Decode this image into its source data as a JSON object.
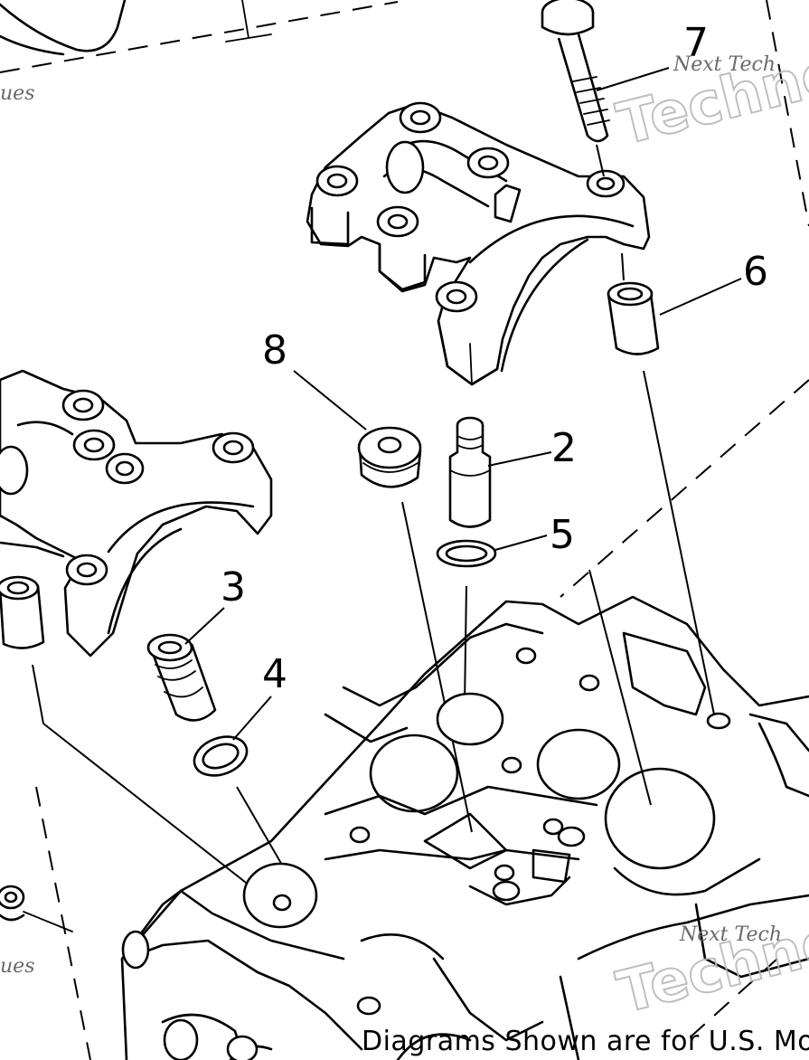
{
  "callouts": {
    "c2": "2",
    "c3": "3",
    "c4": "4",
    "c5": "5",
    "c6": "6",
    "c7": "7",
    "c8": "8"
  },
  "watermark": {
    "small_1": "Next Tech",
    "small_2": "Next Tech",
    "big_1": "Techno",
    "big_2": "Techno",
    "corner_1": "ues",
    "corner_2": "ues"
  },
  "footer": {
    "note": "Diagrams Shown are for U.S. Mo"
  }
}
